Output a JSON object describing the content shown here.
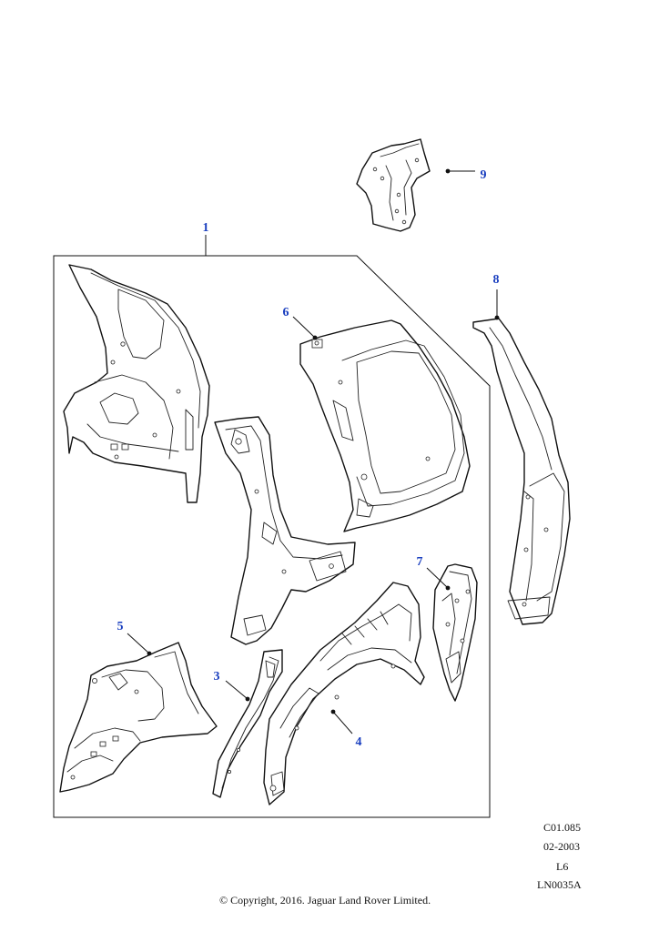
{
  "diagram": {
    "callout_color": "#1a3fbf",
    "line_color": "#111111",
    "callouts": [
      {
        "id": "1",
        "label": "1"
      },
      {
        "id": "3",
        "label": "3"
      },
      {
        "id": "4",
        "label": "4"
      },
      {
        "id": "5",
        "label": "5"
      },
      {
        "id": "6",
        "label": "6"
      },
      {
        "id": "7",
        "label": "7"
      },
      {
        "id": "8",
        "label": "8"
      },
      {
        "id": "9",
        "label": "9"
      }
    ]
  },
  "reference": {
    "code": "C01.085",
    "date": "02-2003",
    "engine": "L6",
    "illustration_id": "LN0035A"
  },
  "copyright": "© Copyright, 2016. Jaguar Land Rover Limited."
}
